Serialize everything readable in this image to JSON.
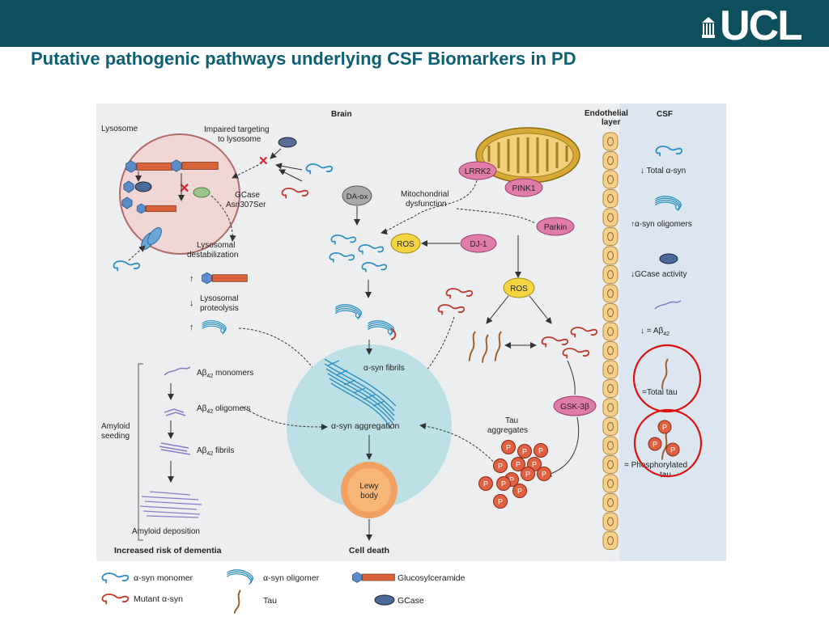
{
  "header": {
    "logo_text": "UCL",
    "title": "Putative pathogenic pathways underlying CSF Biomarkers in PD"
  },
  "colors": {
    "bar": "#0d4f5c",
    "title": "#0d5f76",
    "monomer": "#2e8fc4",
    "mutant": "#c0392b",
    "tau": "#a0602e",
    "highlight_ring": "#dd1111"
  },
  "figure": {
    "regions": {
      "brain": "Brain",
      "endothelial": "Endothelial layer",
      "csf": "CSF"
    },
    "lysosome": {
      "title": "Lysosome",
      "impaired_targeting": "Impaired targeting to lysosome",
      "gcase_mutation": "GCase Asn307Ser",
      "destabilization": "Lysosomal destabilization",
      "proteolysis": "Lysosomal proteolysis"
    },
    "mito": {
      "da_ox": "DA-ox",
      "dysfunction": "Mitochondrial dysfunction",
      "lrrk2": "LRRK2",
      "pink1": "PINK1",
      "parkin": "Parkin",
      "ros1": "ROS",
      "dj1": "DJ-1",
      "ros2": "ROS"
    },
    "aggregation": {
      "fibrils": "α-syn fibrils",
      "aggregation": "α-syn aggregation",
      "lewy": "Lewy body",
      "cell_death": "Cell death"
    },
    "tau": {
      "gsk": "GSK-3β",
      "aggregates": "Tau aggregates",
      "p": "P"
    },
    "amyloid": {
      "monomers": "Aβ42 monomers",
      "oligomers": "Aβ42 oligomers",
      "fibrils": "Aβ42 fibrils",
      "seeding": "Amyloid seeding",
      "deposition": "Amyloid deposition",
      "risk": "Increased risk of dementia"
    },
    "csf_markers": {
      "total_syn": "↓ Total α-syn",
      "oligomers": "↑α-syn oligomers",
      "gcase": "↓GCase activity",
      "abeta": "↓ = Aβ42",
      "total_tau": "=Total tau",
      "ptau": "= Phosphorylated tau"
    }
  },
  "legend": {
    "monomer": "α-syn monomer",
    "oligomer": "α-syn oligomer",
    "glucosylceramide": "Glucosylceramide",
    "mutant": "Mutant α-syn",
    "tau": "Tau",
    "gcase": "GCase"
  }
}
